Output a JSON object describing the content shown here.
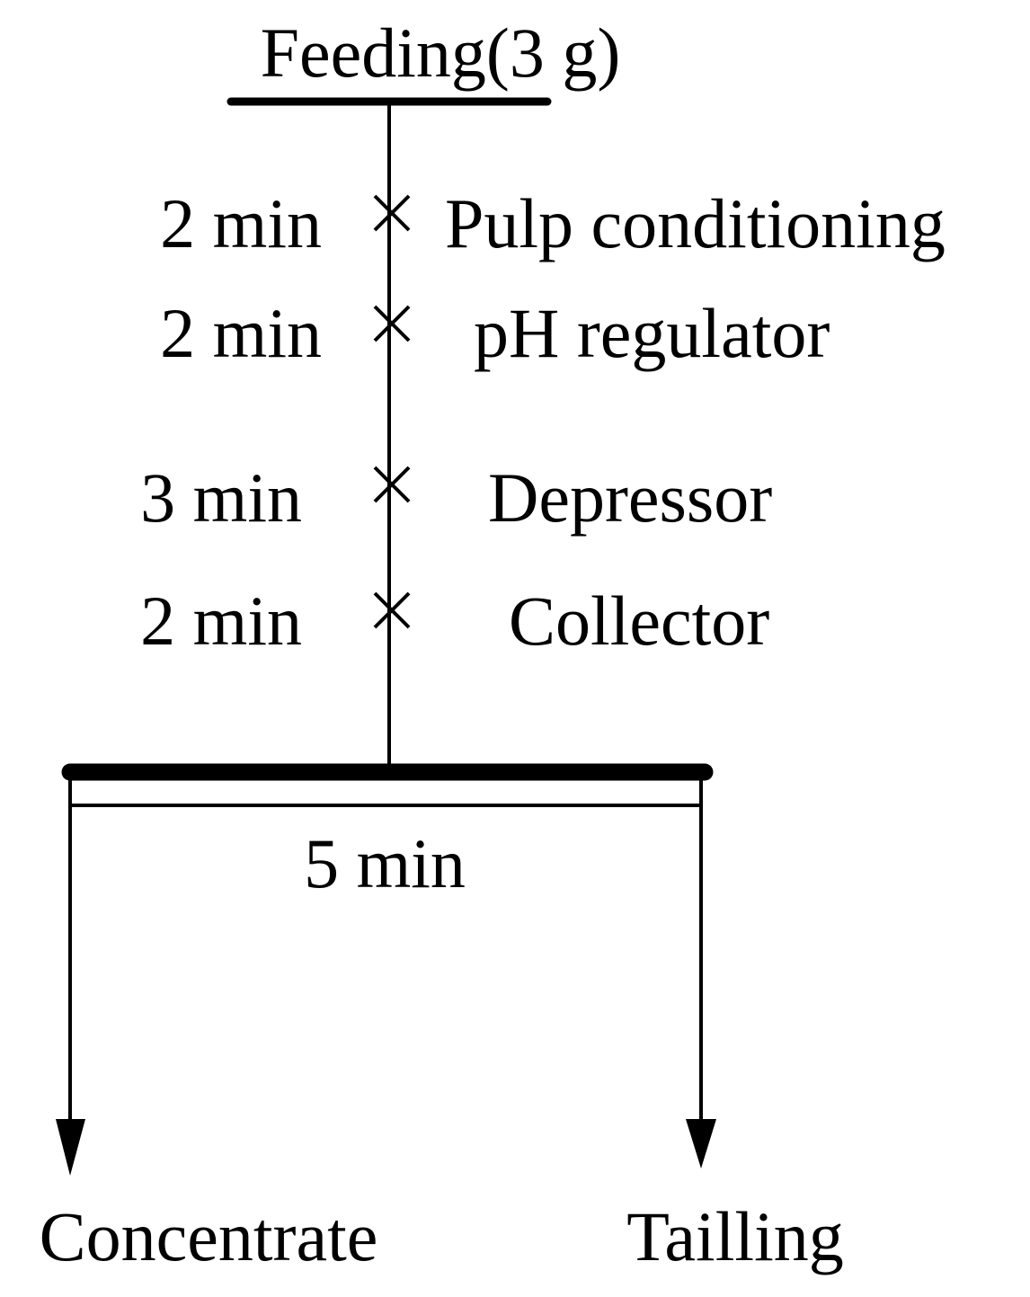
{
  "feed": {
    "label": "Feeding(3 g)"
  },
  "steps": [
    {
      "time": "2 min",
      "label": "Pulp conditioning"
    },
    {
      "time": "2 min",
      "label": "pH regulator"
    },
    {
      "time": "3 min",
      "label": "Depressor"
    },
    {
      "time": "2 min",
      "label": "Collector"
    }
  ],
  "flotation": {
    "time": "5 min"
  },
  "products": {
    "concentrate": "Concentrate",
    "tailling": "Tailling"
  },
  "colors": {
    "line": "#000000",
    "background": "#ffffff"
  }
}
